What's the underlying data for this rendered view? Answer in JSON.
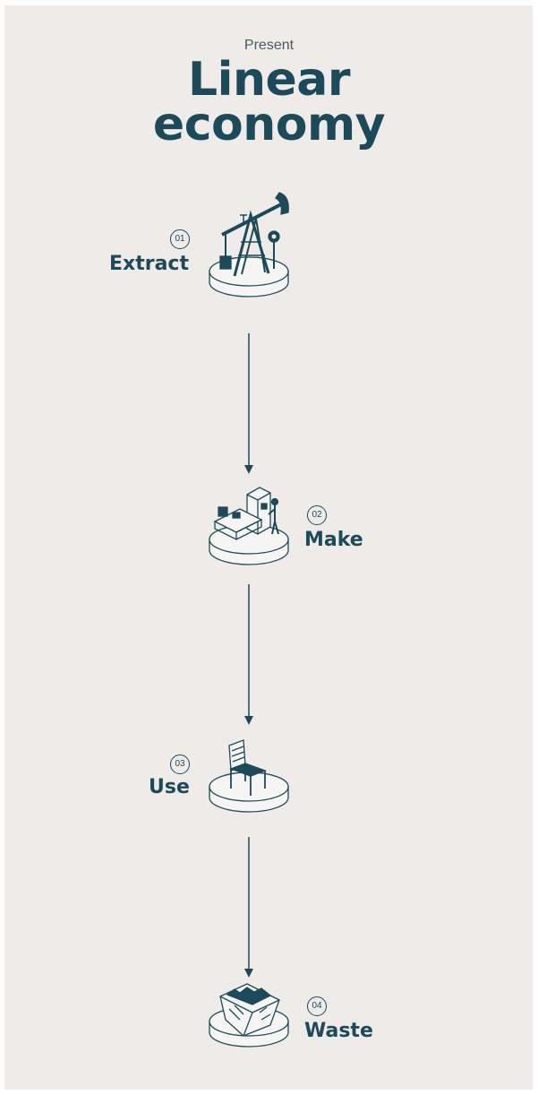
{
  "header": {
    "subtitle": "Present",
    "title_line1": "Linear",
    "title_line2": "economy"
  },
  "steps": [
    {
      "number": "01",
      "label": "Extract",
      "icon": "oil-pump-icon"
    },
    {
      "number": "02",
      "label": "Make",
      "icon": "factory-machine-icon"
    },
    {
      "number": "03",
      "label": "Use",
      "icon": "chair-icon"
    },
    {
      "number": "04",
      "label": "Waste",
      "icon": "waste-skip-icon"
    }
  ],
  "colors": {
    "background": "#efebe8",
    "primary": "#1d4a5a"
  }
}
